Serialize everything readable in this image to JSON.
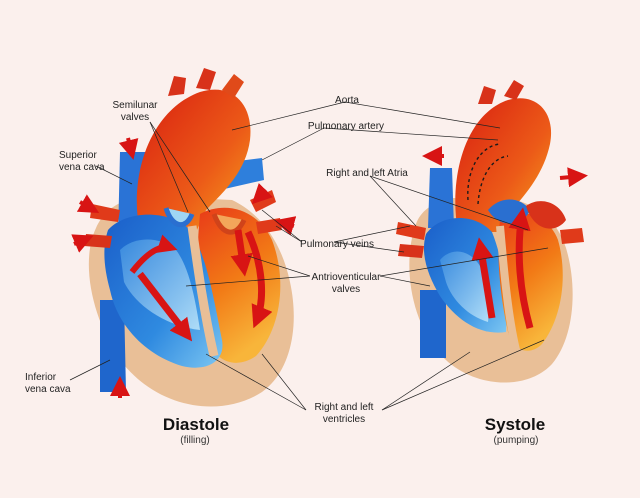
{
  "colors": {
    "background": "#fbf0ed",
    "oxygen_poor_blood": "#1f6fd1",
    "oxygen_rich_blood": "#e8501c",
    "heart_wall": "#e9bf97",
    "arrows": "#d81414"
  },
  "labels": {
    "aorta": "Aorta",
    "pulmonary_artery": "Pulmonary artery",
    "semilunar_1": "Semilunar",
    "semilunar_2": "valves",
    "superior_vc_1": "Superior",
    "superior_vc_2": "vena cava",
    "right_left_atria": "Right and left Atria",
    "pulmonary_veins": "Pulmonary veins",
    "av_valves_1": "Antrioventicular",
    "av_valves_2": "valves",
    "inferior_vc_1": "Inferior",
    "inferior_vc_2": "vena cava",
    "ventricles_1": "Right and left",
    "ventricles_2": "ventricles"
  },
  "phases": {
    "diastole": {
      "title": "Diastole",
      "subtitle": "(filling)"
    },
    "systole": {
      "title": "Systole",
      "subtitle": "(pumping)"
    }
  }
}
